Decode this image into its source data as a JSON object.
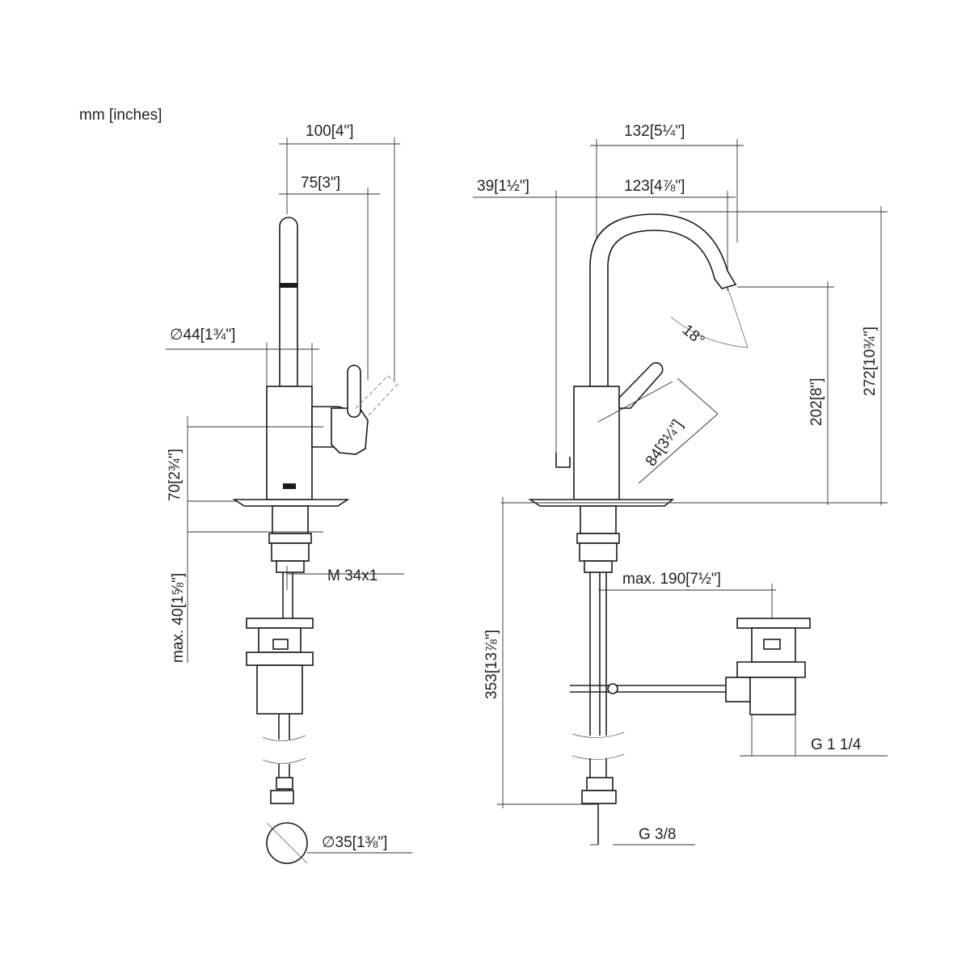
{
  "units_label": "mm [inches]",
  "side_view": {
    "dim_100": "100[4\"]",
    "dim_75": "75[3\"]",
    "dim_44": "∅44[1¾\"]",
    "dim_70": "70[2¾\"]",
    "dim_40": "max. 40[1⅝\"]",
    "thread": "M 34x1",
    "dim_35": "∅35[1⅜\"]"
  },
  "front_view": {
    "dim_132": "132[5¼\"]",
    "dim_39": "39[1½\"]",
    "dim_123": "123[4⅞\"]",
    "angle": "18°",
    "dim_272": "272[10¾\"]",
    "dim_202": "202[8\"]",
    "dim_84": "84[3¼\"]",
    "dim_190": "max. 190[7½\"]",
    "dim_353": "353[13⅞\"]",
    "thread_g114": "G 1 1/4",
    "thread_g38": "G 3/8"
  }
}
